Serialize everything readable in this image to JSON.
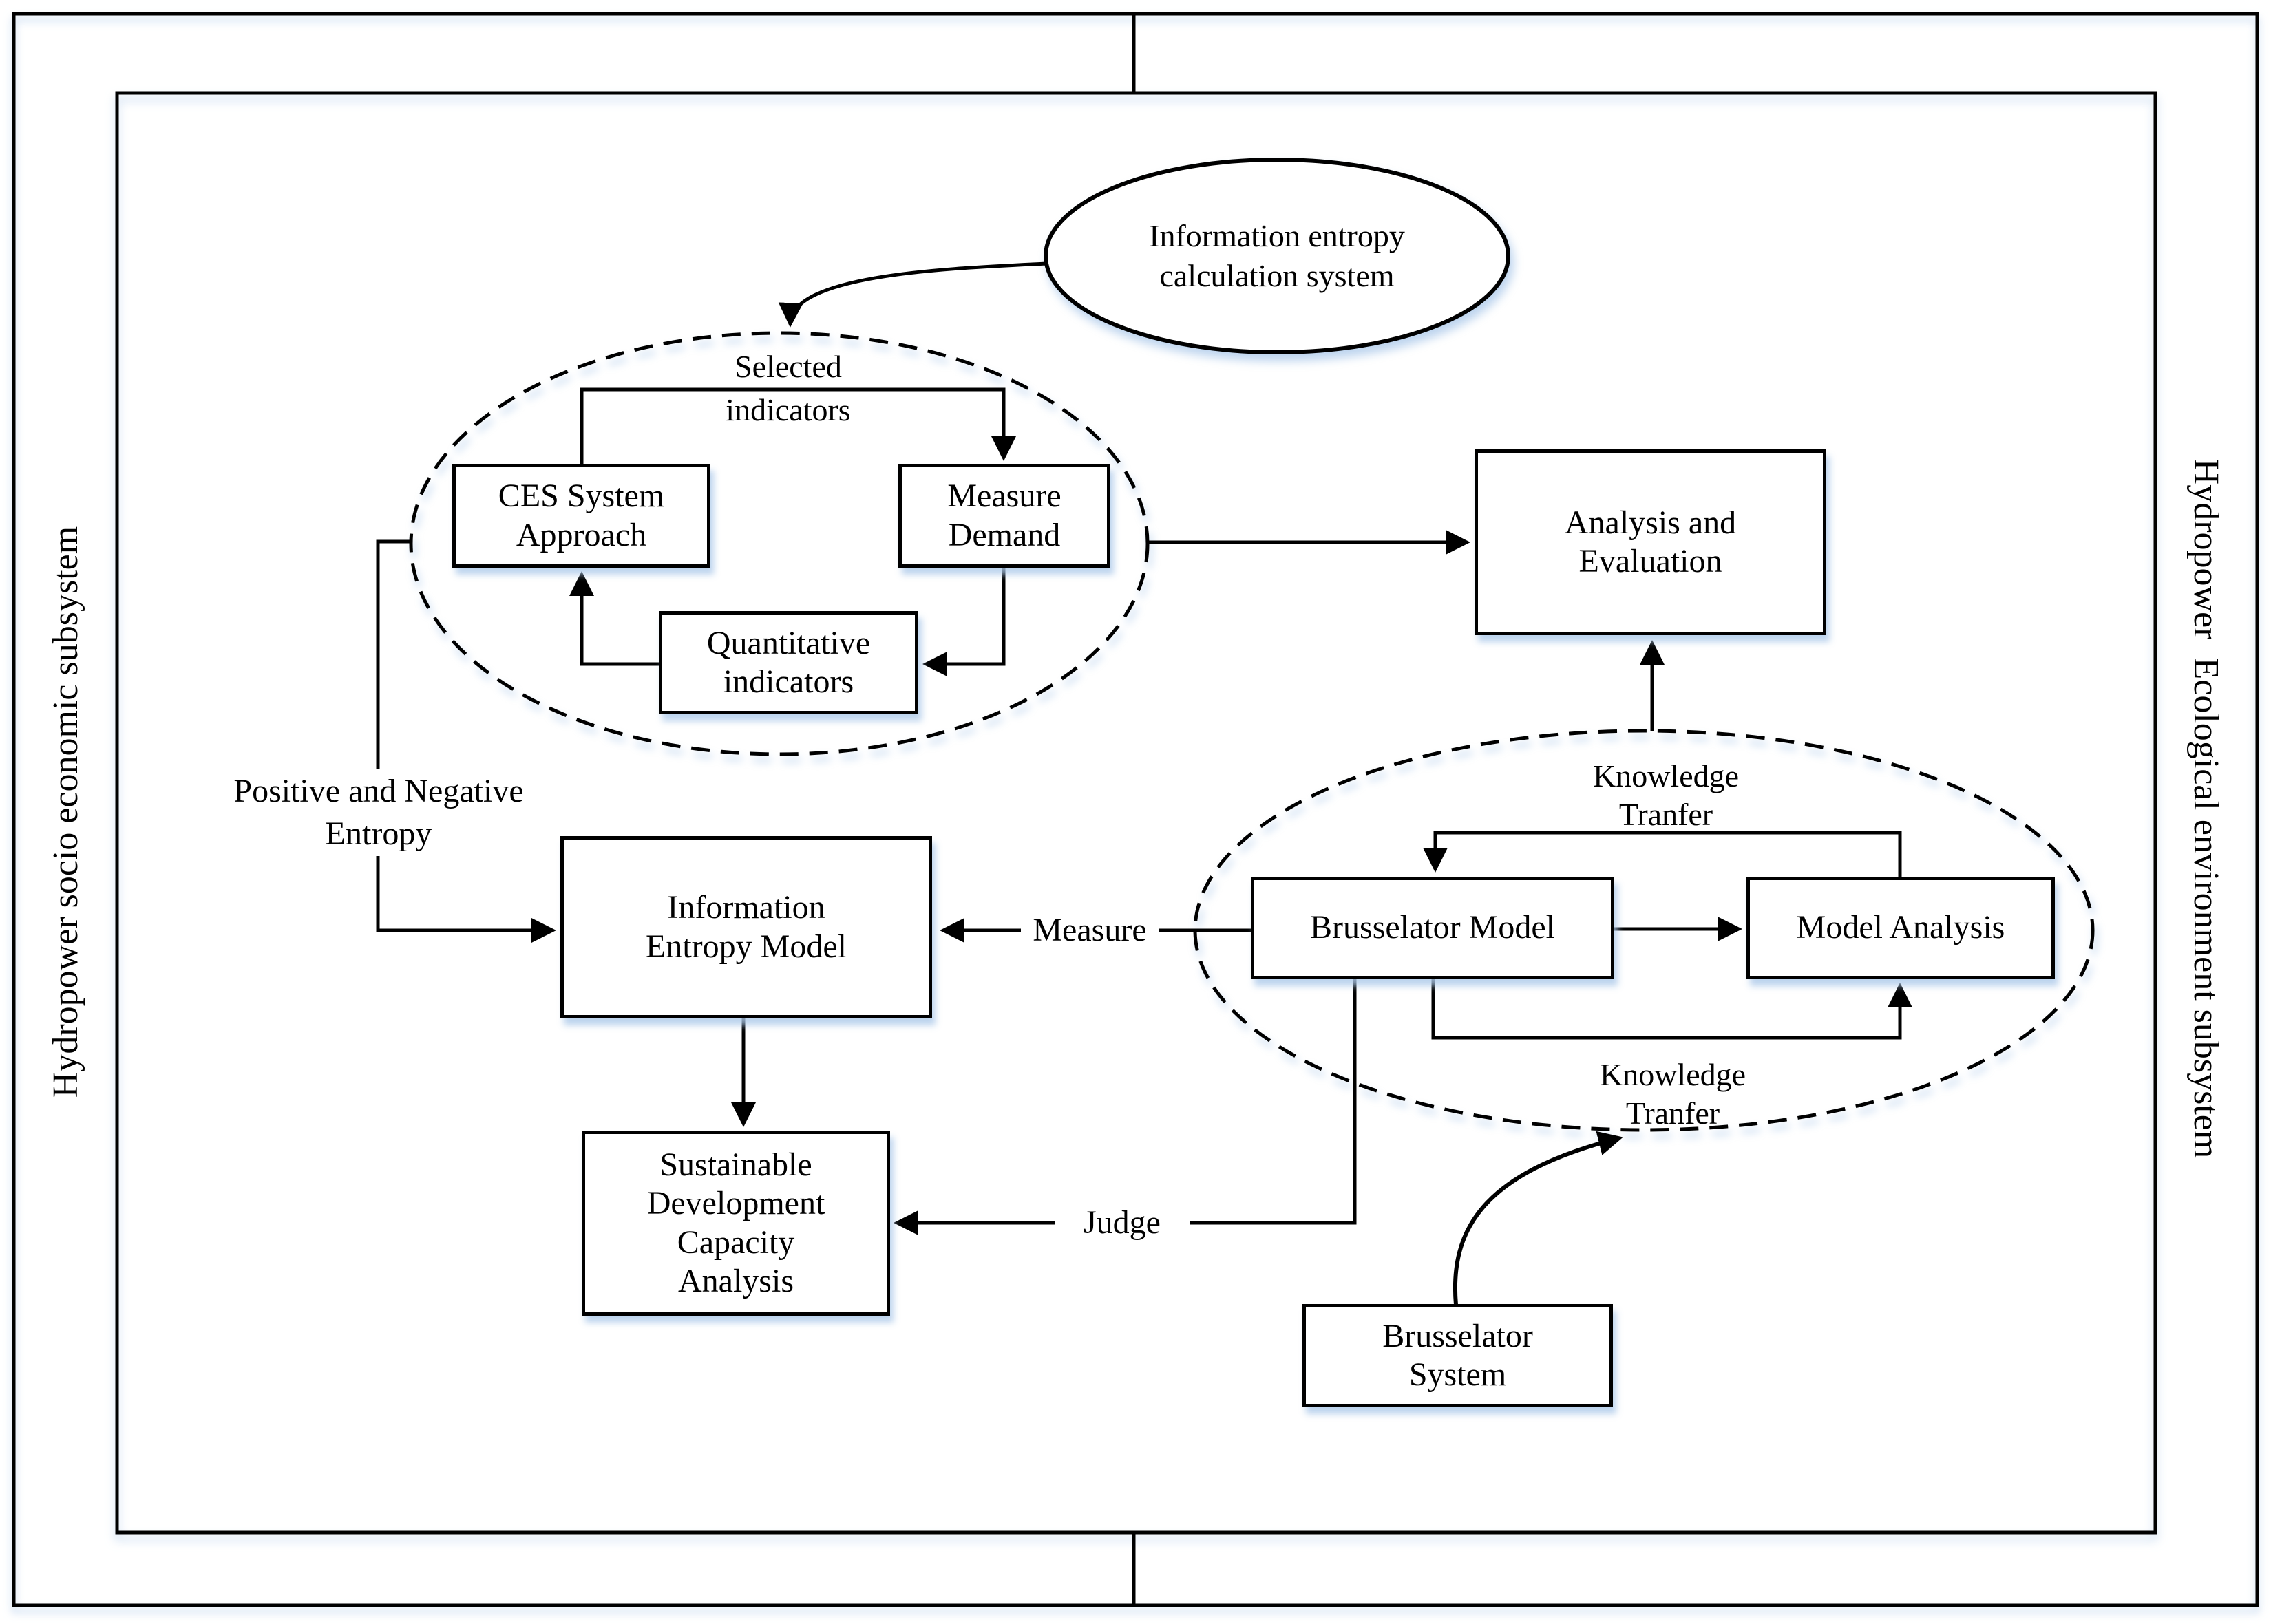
{
  "panels": {
    "left_label": "Hydropower socio economic subsystem",
    "right_label": "Hydropower  Ecological environment subsystem"
  },
  "nodes": {
    "info_entropy_calc_system": "Information entropy\ncalculation system",
    "selected_indicators": "Selected\nindicators",
    "ces_system_approach": "CES System\nApproach",
    "measure_demand": "Measure\nDemand",
    "quantitative_indicators": "Quantitative\nindicators",
    "analysis_and_evaluation": "Analysis and\nEvaluation",
    "information_entropy_model": "Information\nEntropy Model",
    "sustainable_development": "Sustainable\nDevelopment\nCapacity\nAnalysis",
    "brusselator_model": "Brusselator Model",
    "model_analysis": "Model Analysis",
    "brusselator_system": "Brusselator\nSystem"
  },
  "edge_labels": {
    "positive_negative_entropy": "Positive and Negative\nEntropy",
    "measure": "Measure",
    "judge": "Judge",
    "knowledge_transfer_top": "Knowledge\nTranfer",
    "knowledge_transfer_bottom": "Knowledge\nTranfer"
  },
  "colors": {
    "stroke": "#000000",
    "shadow": "#adc9ea",
    "background": "#ffffff"
  }
}
